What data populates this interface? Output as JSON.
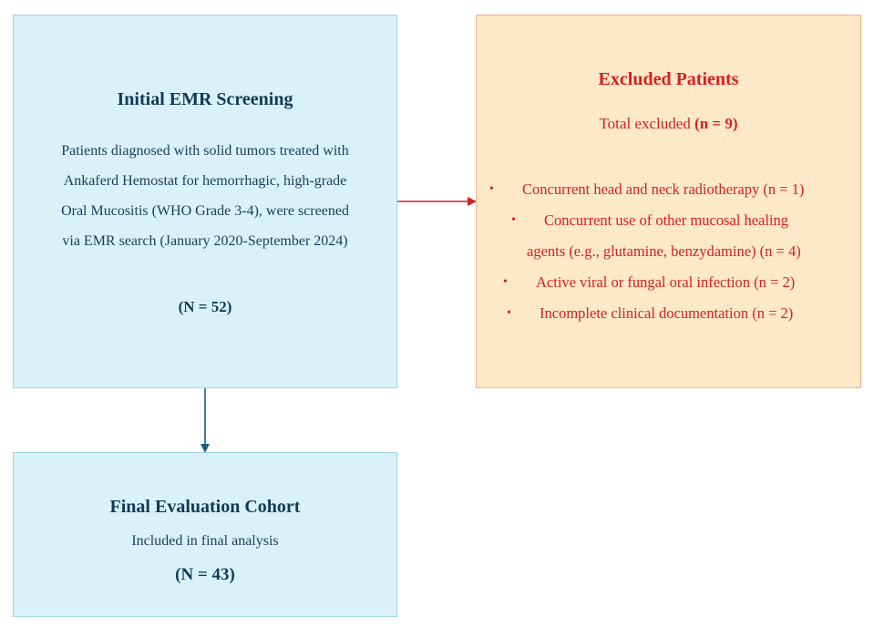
{
  "initial": {
    "title": "Initial EMR Screening",
    "lines": [
      "Patients diagnosed with solid tumors treated with",
      "Ankaferd Hemostat for hemorrhagic, high-grade",
      "Oral Mucositis (WHO Grade 3-4), were screened",
      "via EMR search (January 2020-September 2024)"
    ],
    "count": "(N = 52)"
  },
  "excluded": {
    "title": "Excluded Patients",
    "total_label": "Total excluded ",
    "total_count": "(n = 9)",
    "criteria": [
      {
        "text": "Concurrent head and neck radiotherapy (n = 1)"
      },
      {
        "text": "Concurrent use of other mucosal healing"
      },
      {
        "text": "agents (e.g., glutamine, benzydamine) (n = 4)"
      },
      {
        "text": "Active viral or fungal oral infection (n = 2)"
      },
      {
        "text": "Incomplete clinical documentation (n = 2)"
      }
    ]
  },
  "final": {
    "title": "Final Evaluation Cohort",
    "subtitle": "Included in final analysis",
    "count": "(N = 43)"
  },
  "colors": {
    "box_blue_fill": "#d9f1f9",
    "box_orange_fill": "#fde8c8",
    "text_red": "#d62020",
    "text_dark_blue": "#123a54",
    "arrow_blue": "#1f5f86",
    "arrow_red": "#d62020"
  }
}
